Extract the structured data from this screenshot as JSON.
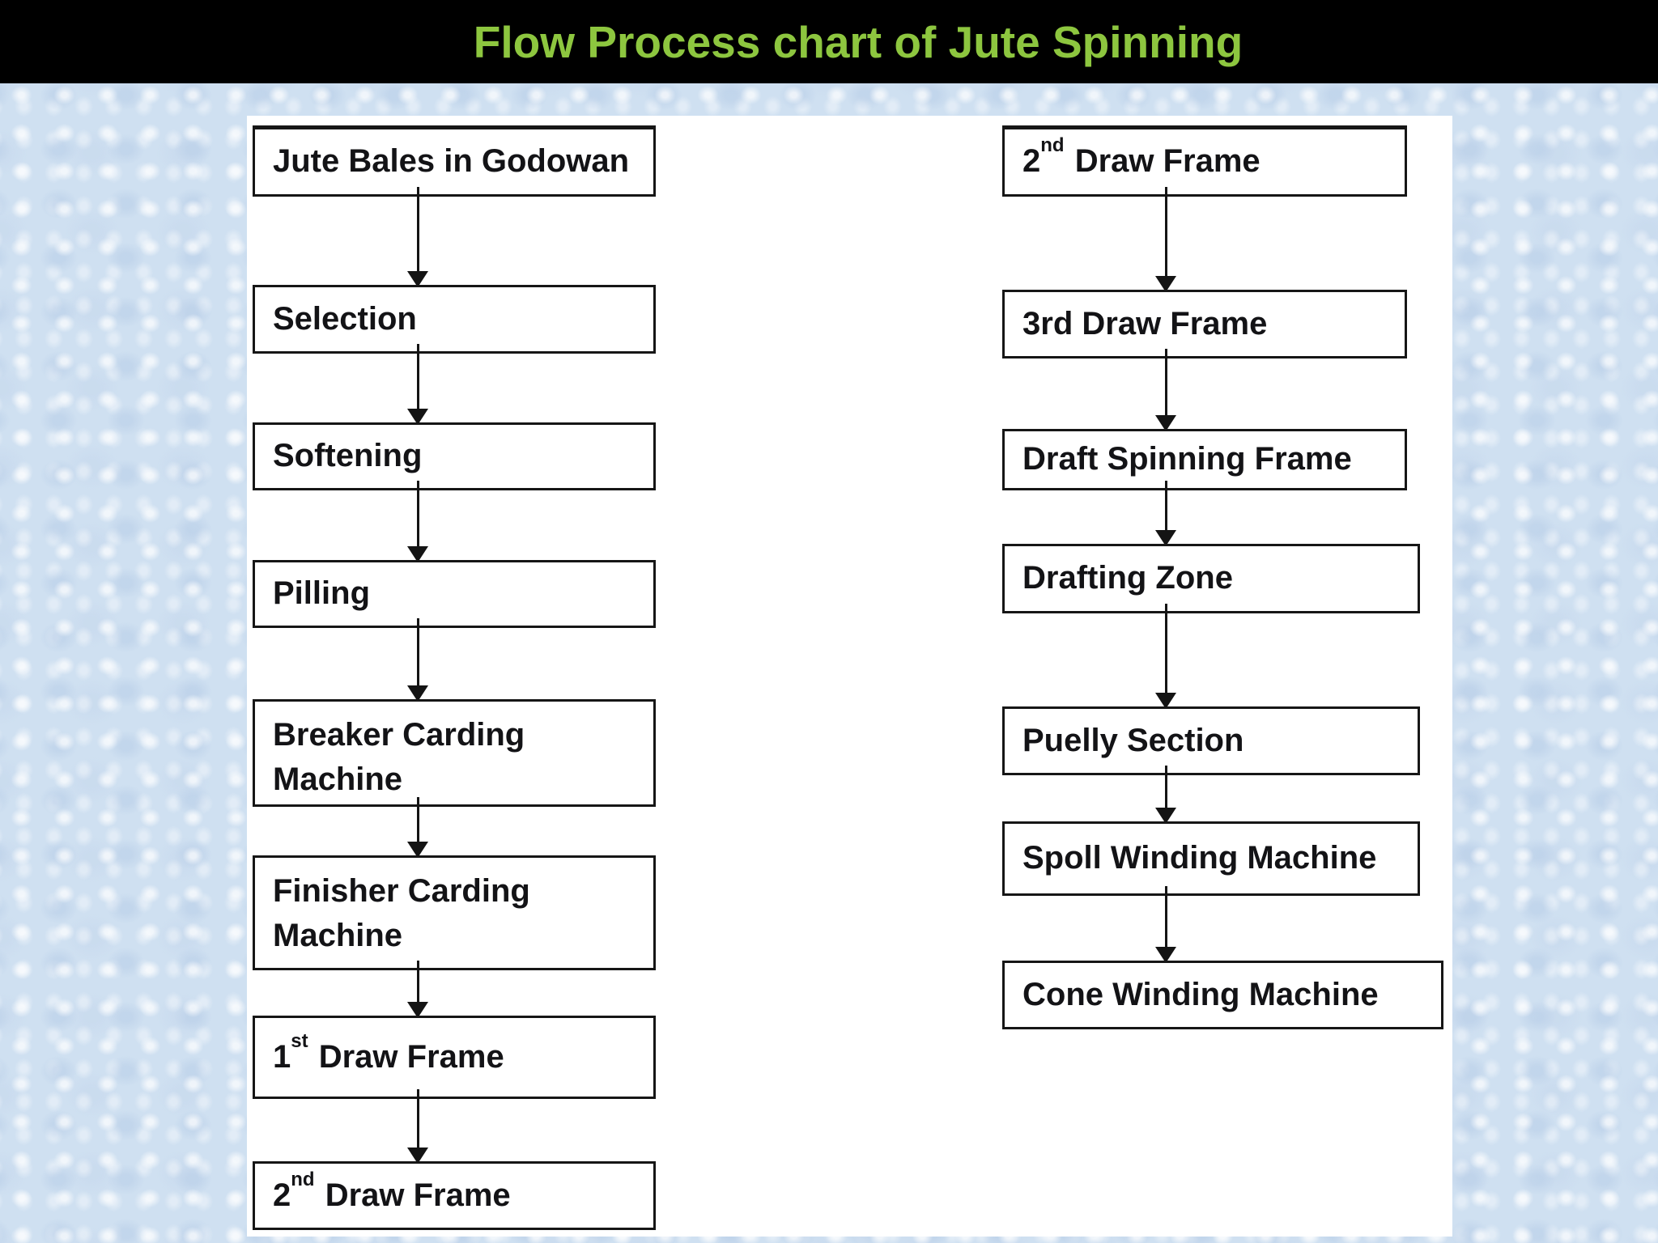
{
  "header": {
    "title": "Flow Process chart of Jute Spinning",
    "title_color": "#8dc63f",
    "bar_color": "#000000"
  },
  "flowchart": {
    "left_column": [
      {
        "label": "Jute Bales in Godowan"
      },
      {
        "label": "Selection"
      },
      {
        "label": "Softening"
      },
      {
        "label": "Pilling"
      },
      {
        "label": "Breaker Carding Machine"
      },
      {
        "label": "Finisher Carding Machine"
      },
      {
        "label": "1st Draw Frame",
        "parts": [
          {
            "t": "1"
          },
          {
            "t": "st",
            "sup": true
          },
          {
            "t": " Draw Frame"
          }
        ]
      },
      {
        "label": "2nd Draw Frame",
        "parts": [
          {
            "t": "2"
          },
          {
            "t": "nd",
            "sup": true
          },
          {
            "t": " Draw Frame"
          }
        ]
      }
    ],
    "right_column": [
      {
        "label": "2nd Draw Frame",
        "parts": [
          {
            "t": "2"
          },
          {
            "t": "nd",
            "sup": true
          },
          {
            "t": " Draw Frame"
          }
        ]
      },
      {
        "label": "3rd Draw Frame"
      },
      {
        "label": "Draft Spinning Frame"
      },
      {
        "label": "Drafting Zone"
      },
      {
        "label": "Puelly Section"
      },
      {
        "label": "Spoll Winding Machine"
      },
      {
        "label": "Cone Winding Machine"
      }
    ],
    "connector": "arrow-down",
    "box_bg_color": "#ffffff",
    "box_border_color": "#161616",
    "text_color": "#131316"
  },
  "canvas": {
    "page_bg": "#cfe0f1",
    "panel_bg": "#ffffff"
  }
}
